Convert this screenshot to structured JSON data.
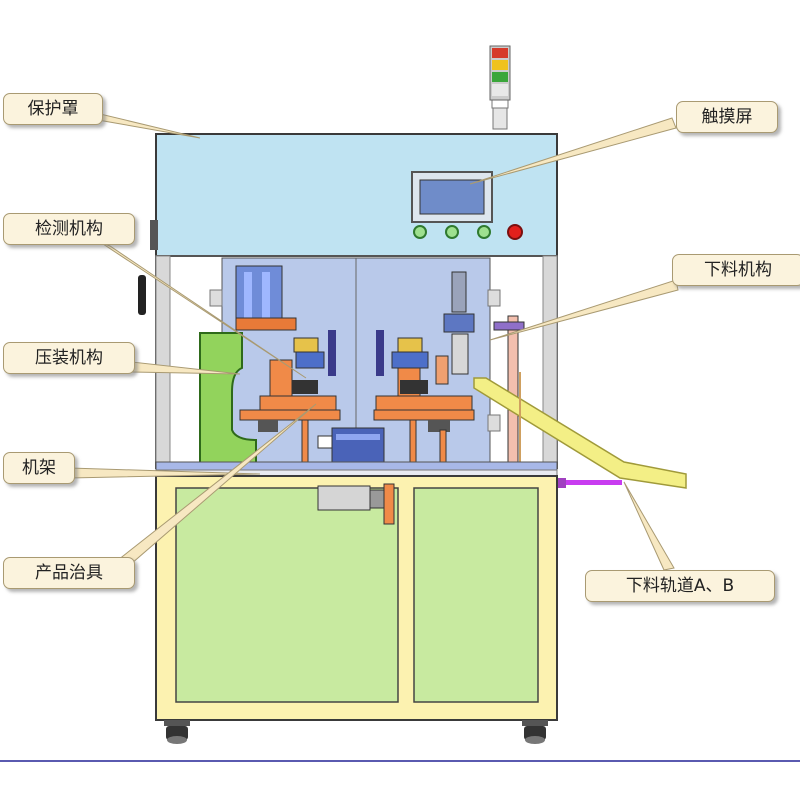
{
  "labels": {
    "protective_cover": "保护罩",
    "touch_screen": "触摸屏",
    "inspection_mechanism": "检测机构",
    "unloading_mechanism": "下料机构",
    "press_mechanism": "压装机构",
    "frame": "机架",
    "product_fixture": "产品治具",
    "unloading_track": "下料轨道A、B"
  },
  "colors": {
    "cover_blue": "#bfe3f2",
    "frame_yellow": "#fcf2b0",
    "cabinet_green": "#c8eaa0",
    "press_green": "#92d35c",
    "back_panel_blue": "#b9c9ea",
    "fixture_orange": "#f08a48",
    "chute_yellow": "#f3ef86",
    "callout_fill": "#fbf3dd",
    "leader_fill": "#f7e8c2"
  },
  "icons": {
    "tower_light": "signal-tower-light-icon",
    "stop_button": "emergency-stop-button-icon"
  }
}
